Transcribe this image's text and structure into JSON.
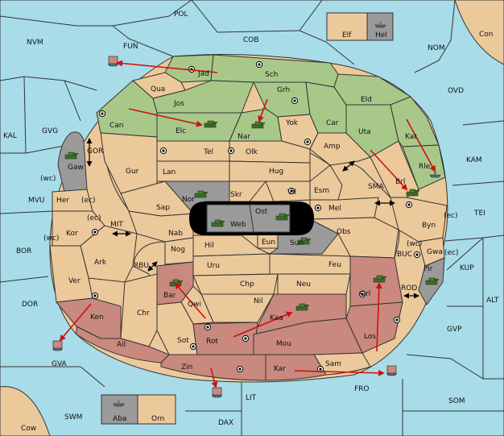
{
  "colors": {
    "sea": "#a8dce9",
    "neutral_land": "#ecc99b",
    "green_power": "#a8c88a",
    "red_power": "#c9897e",
    "gray_power": "#9a9a9a",
    "order_arrow": "#d01010"
  },
  "sea_labels": {
    "pol": "POL",
    "cob": "COB",
    "nom": "NOM",
    "nvm": "NVM",
    "fun": "FUN",
    "ovd": "OVD",
    "kam": "KAM",
    "kal": "KAL",
    "gvg": "GVG",
    "gor": "GOR",
    "mvu": "MVU",
    "mit": "MIT",
    "bor": "BOR",
    "dor": "DOR",
    "rbu": "RBU",
    "sma": "SMA",
    "tei": "TEI",
    "buc": "BUC",
    "kup": "KUP",
    "rod": "ROD",
    "alt": "ALT",
    "gvp": "GVP",
    "gva": "GVA",
    "lit": "LIT",
    "fro": "FRO",
    "som": "SOM",
    "swm": "SWM",
    "dax": "DAX"
  },
  "land_labels": {
    "con": "Con",
    "cow": "Cow",
    "elf": "Elf",
    "hel": "Hel",
    "aba": "Aba",
    "orn": "Orn",
    "jad": "Jad",
    "sch": "Sch",
    "qua": "Qua",
    "jos": "Jos",
    "grh": "Grh",
    "can": "Can",
    "elc": "Elc",
    "nar": "Nar",
    "yok": "Yok",
    "car": "Car",
    "eld": "Eld",
    "uta": "Uta",
    "kat": "Kat",
    "amp": "Amp",
    "tel": "Tel",
    "olk": "Olk",
    "gur": "Gur",
    "lan": "Lan",
    "hug": "Hug",
    "gaw": "Gaw",
    "rle": "Rle",
    "brl": "Brl",
    "vil": "Vil",
    "esm": "Esm",
    "nor": "Nor",
    "skr": "Skr",
    "ost": "Ost",
    "web": "Web",
    "mel": "Mel",
    "byn": "Byn",
    "her": "Her",
    "sap": "Sap",
    "kor": "Kor",
    "nab": "Nab",
    "eun": "Eun",
    "sun": "Sun",
    "obs": "Obs",
    "gwa": "Gwa",
    "hil": "Hil",
    "nog": "Nog",
    "ark": "Ark",
    "uru": "Uru",
    "feu": "Feu",
    "pir": "Pir",
    "ver": "Ver",
    "bar": "Bar",
    "chp": "Chp",
    "neu": "Neu",
    "orl": "Orl",
    "qwi": "Qwi",
    "nil": "Nil",
    "chr": "Chr",
    "ken": "Ken",
    "kaa": "Kaa",
    "los": "Los",
    "sot": "Sot",
    "rot": "Rot",
    "mou": "Mou",
    "ail": "Ail",
    "sam": "Sam",
    "zin": "Zin",
    "kar": "Kar"
  },
  "coast_labels": {
    "wc1": "(wc)",
    "ec1": "(ec)",
    "ec2": "(ec)",
    "wc2": "(wc)",
    "ec3": "(ec)",
    "wc3": "(wc)",
    "ec4": "(ec)"
  }
}
